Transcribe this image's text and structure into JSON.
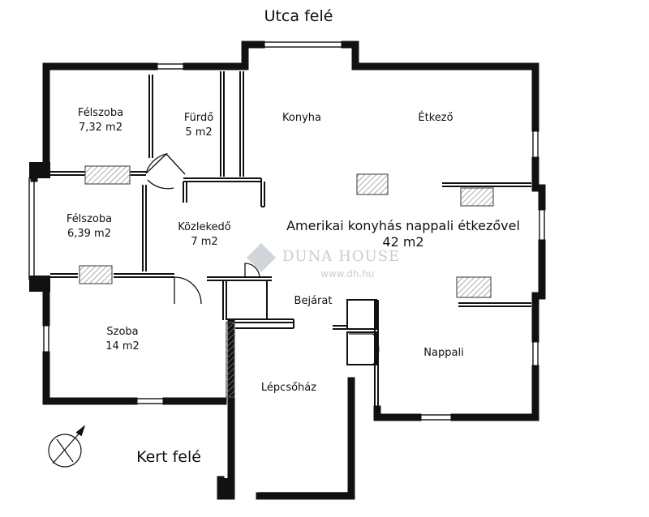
{
  "plan": {
    "street_side": "Utca felé",
    "garden_side": "Kert felé",
    "rooms": [
      {
        "name": "Félszoba",
        "area": "7,32 m2"
      },
      {
        "name": "Fürdő",
        "area": "5 m2"
      },
      {
        "name": "Konyha",
        "area": ""
      },
      {
        "name": "Étkező",
        "area": ""
      },
      {
        "name": "Félszoba",
        "area": "6,39 m2"
      },
      {
        "name": "Közlekedő",
        "area": "7 m2"
      },
      {
        "name": "Amerikai konyhás nappali étkezővel",
        "area": "42 m2"
      },
      {
        "name": "Szoba",
        "area": "14 m2"
      },
      {
        "name": "Bejárat",
        "area": ""
      },
      {
        "name": "Nappali",
        "area": ""
      },
      {
        "name": "Lépcsőház",
        "area": ""
      }
    ]
  },
  "watermark": {
    "brand": "DUNA HOUSE",
    "url": "www.dh.hu"
  },
  "colors": {
    "wall": "#111111",
    "hatch": "#888888"
  }
}
